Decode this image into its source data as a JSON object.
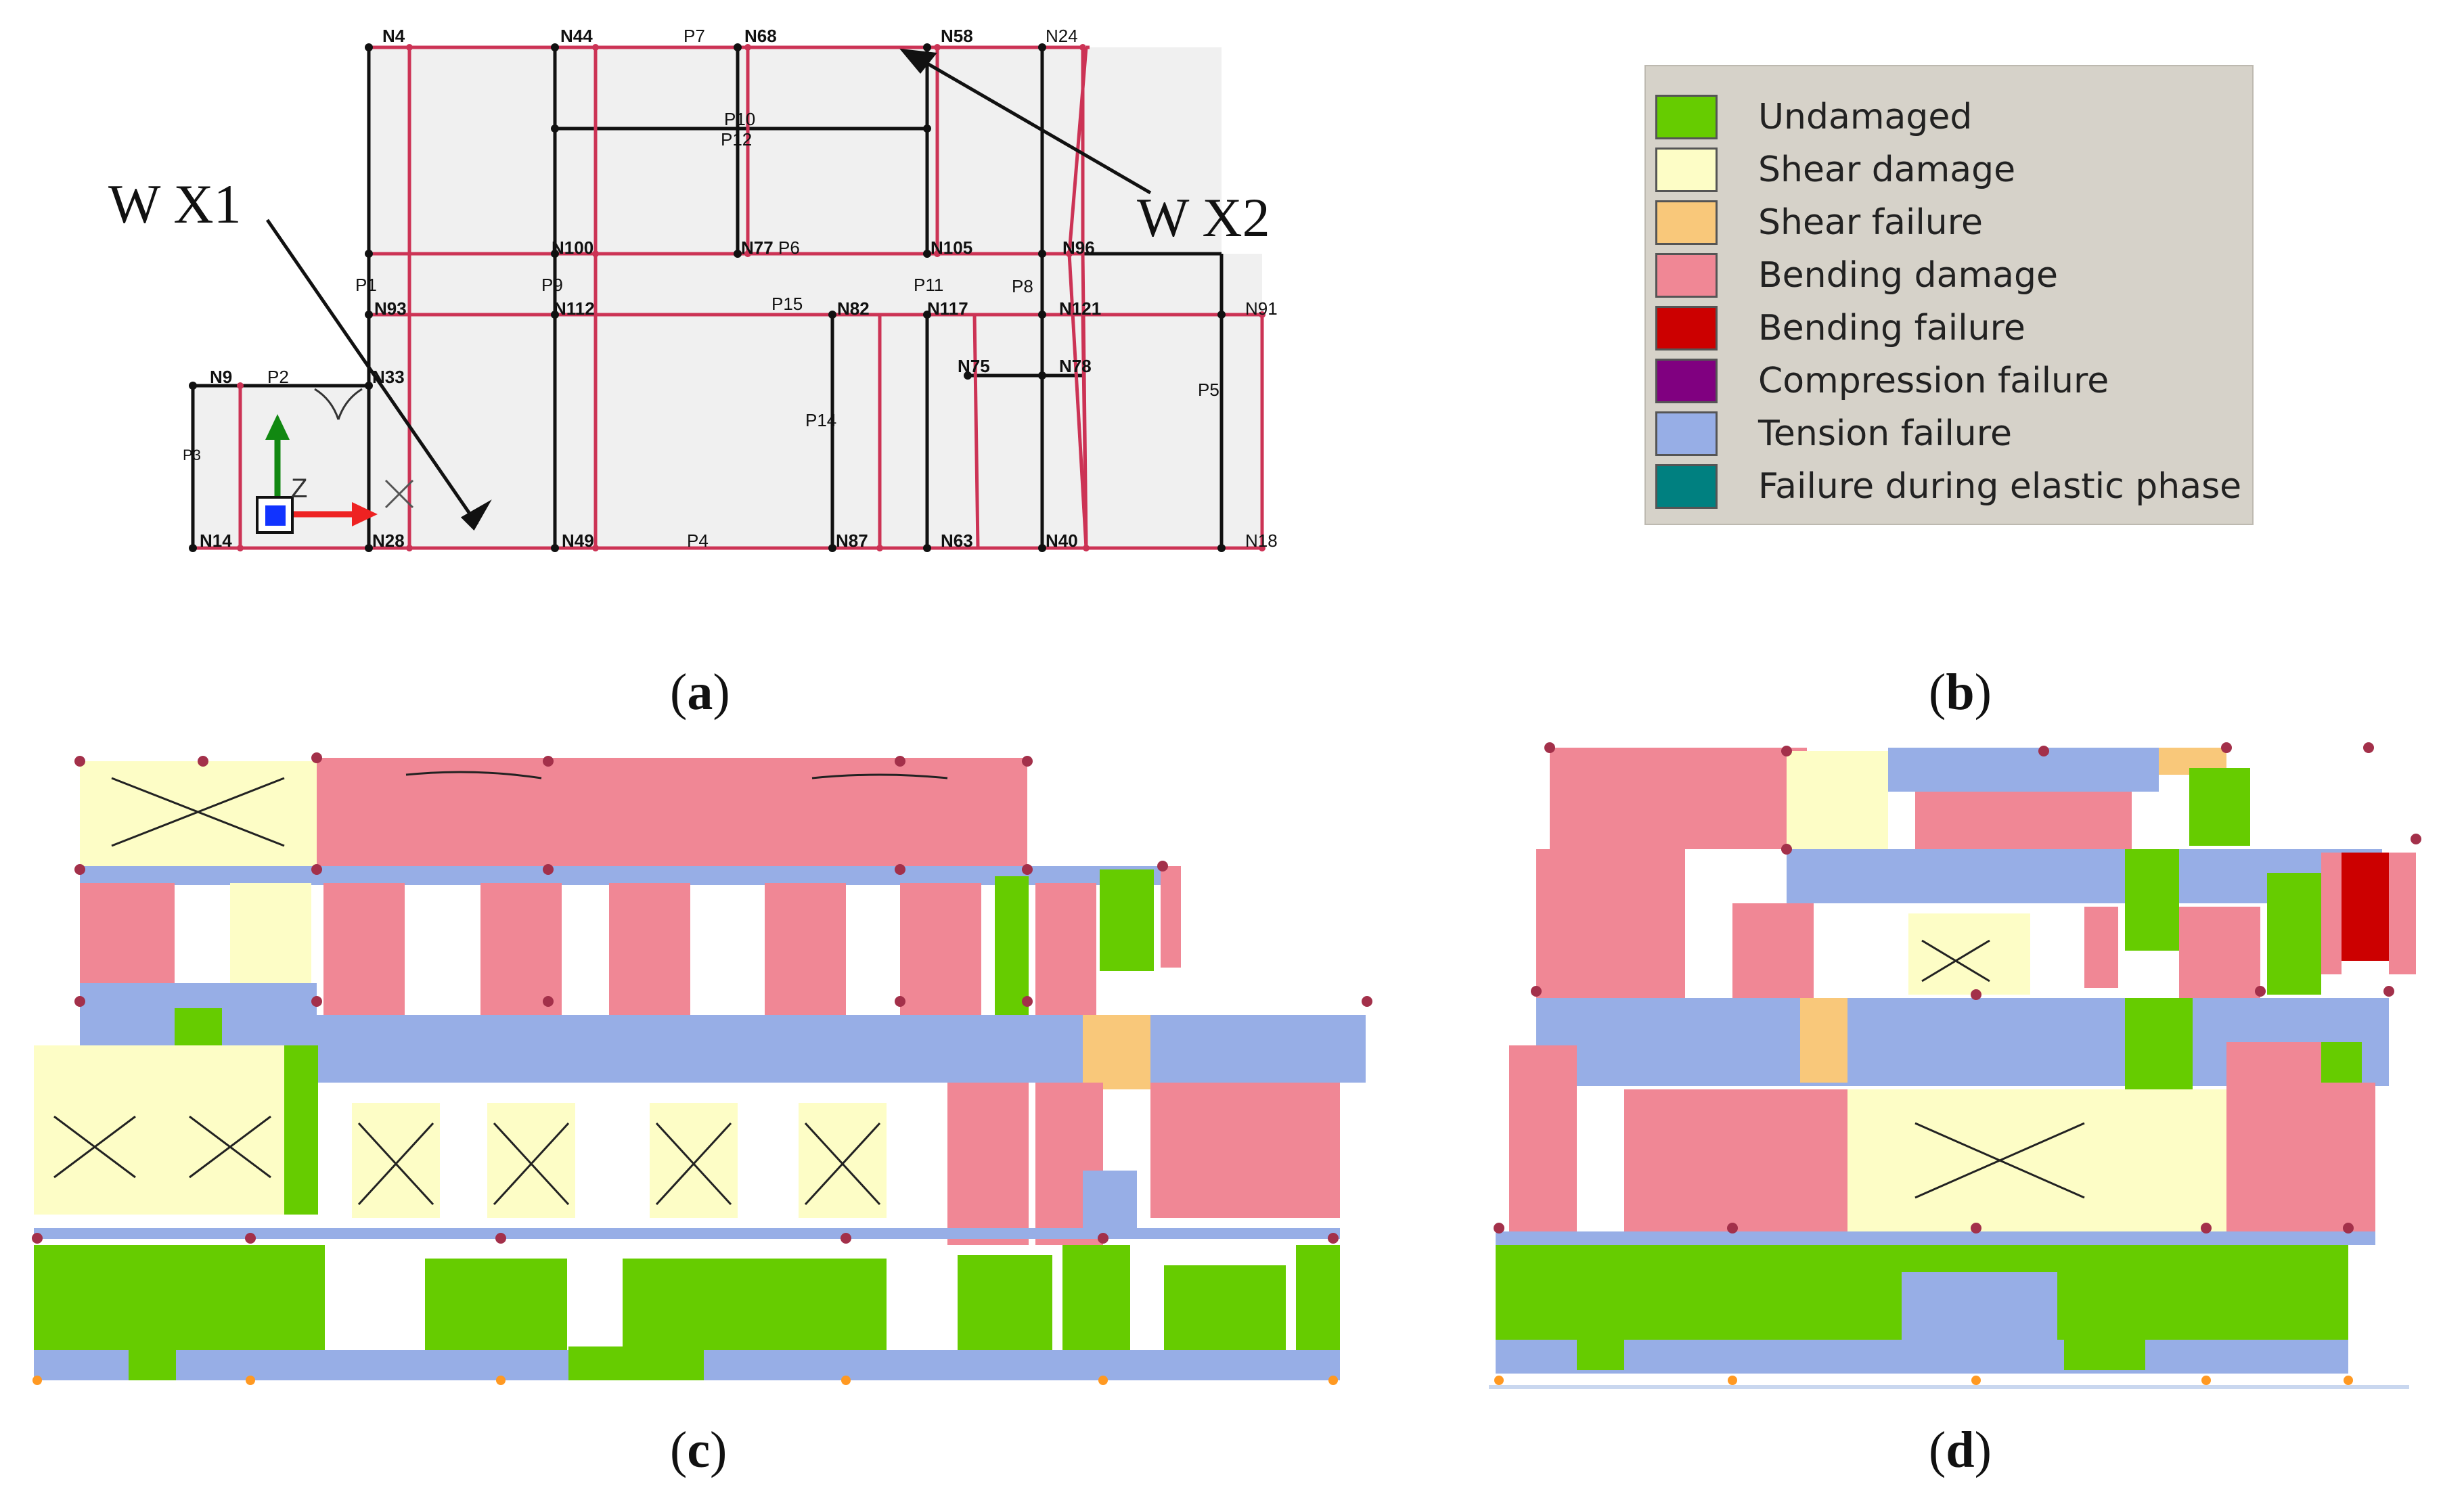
{
  "captions": {
    "a": "a",
    "b": "b",
    "c": "c",
    "d": "d"
  },
  "walls": {
    "wx1": "W  X1",
    "wx2": "W  X2"
  },
  "legend": [
    {
      "label": "Undamaged",
      "color": "#66cc00"
    },
    {
      "label": "Shear damage",
      "color": "#fdfdc6"
    },
    {
      "label": "Shear failure",
      "color": "#f9c87a"
    },
    {
      "label": "Bending damage",
      "color": "#f08795"
    },
    {
      "label": "Bending failure",
      "color": "#cc0000"
    },
    {
      "label": "Compression failure",
      "color": "#800080"
    },
    {
      "label": "Tension failure",
      "color": "#97aee6"
    },
    {
      "label": "Failure during elastic phase",
      "color": "#008080"
    }
  ],
  "plan_nodes": [
    "N4",
    "N44",
    "P7",
    "N68",
    "N58",
    "N24",
    "P10",
    "P12",
    "N100",
    "N77",
    "P6",
    "N105",
    "N96",
    "P1",
    "N93",
    "P9",
    "N112",
    "P15",
    "N82",
    "P11",
    "N117",
    "P8",
    "N121",
    "N91",
    "N9",
    "P2",
    "N33",
    "P3",
    "N75",
    "N78",
    "P5",
    "P14",
    "N14",
    "N28",
    "N49",
    "P4",
    "N87",
    "N63",
    "N40",
    "N18"
  ],
  "colors": {
    "plan_line": "#cc3355",
    "plan_black": "#111111",
    "node": "#aa2244",
    "base_node": "#ff9922",
    "arrow_red": "#ee2222",
    "arrow_green": "#118811",
    "arrow_blue": "#1133ff"
  }
}
